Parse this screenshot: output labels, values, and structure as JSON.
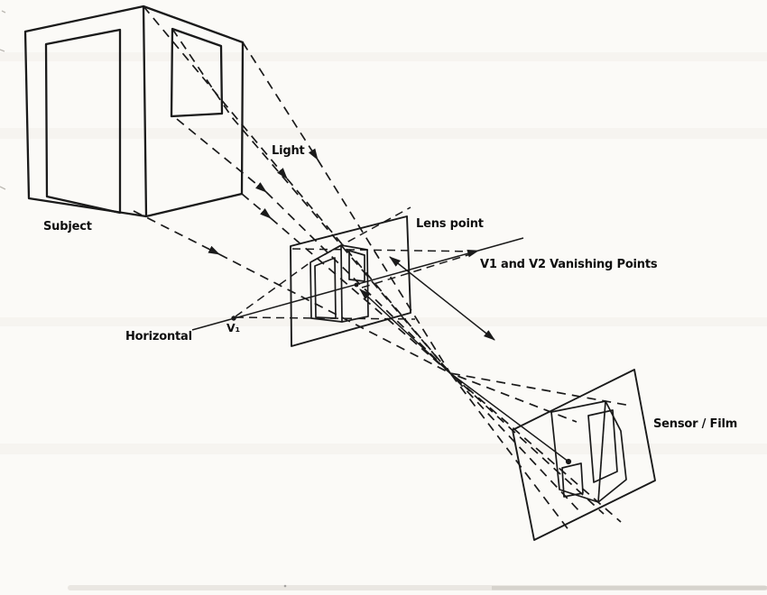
{
  "diagram": {
    "labels": {
      "subject": "Subject",
      "light": "Light",
      "lens_point": "Lens point",
      "vanishing_points": "V1 and V2 Vanishing Points",
      "horizontal": "Horizontal",
      "v1": "V₁",
      "sensor_film": "Sensor / Film"
    },
    "colors": {
      "ink": "#1a1a1a",
      "paper": "#fbfaf7",
      "text": "#0e0e0e"
    }
  }
}
